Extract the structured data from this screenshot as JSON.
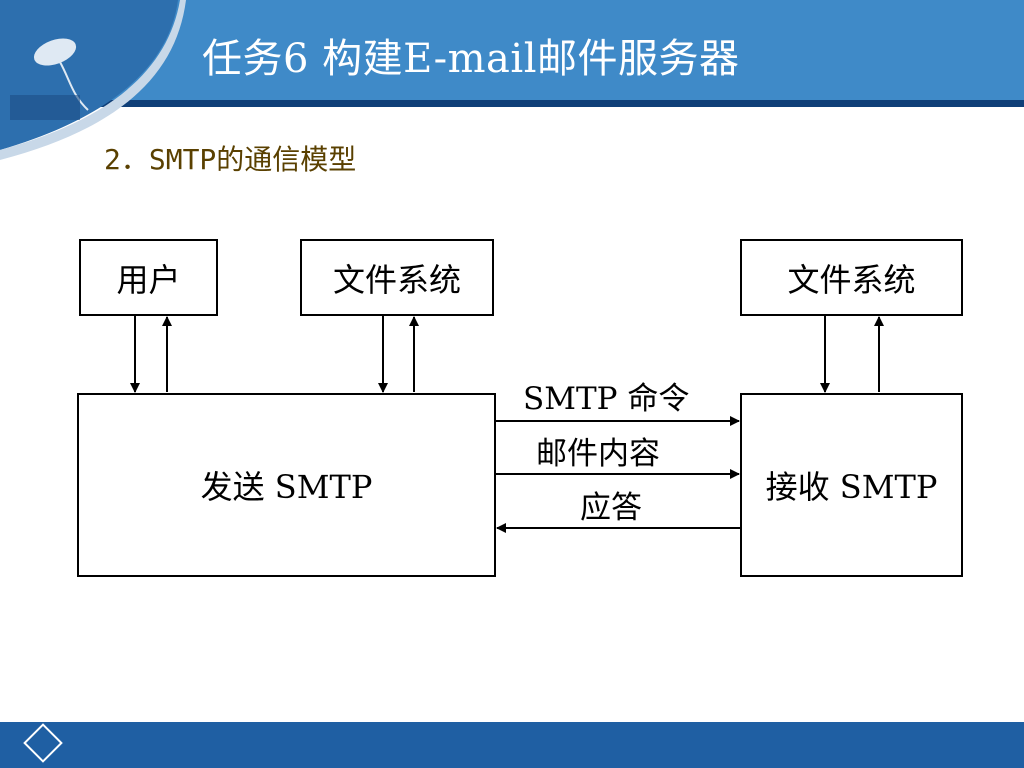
{
  "slide": {
    "title": "任务6   构建E-mail邮件服务器",
    "subtitle": "2．SMTP的通信模型"
  },
  "diagram": {
    "user_box": "用户",
    "fs_left": "文件系统",
    "fs_right": "文件系统",
    "sender": "发送 SMTP",
    "receiver": "接收 SMTP",
    "msg_command": "SMTP 命令",
    "msg_content": "邮件内容",
    "msg_reply": "应答"
  }
}
